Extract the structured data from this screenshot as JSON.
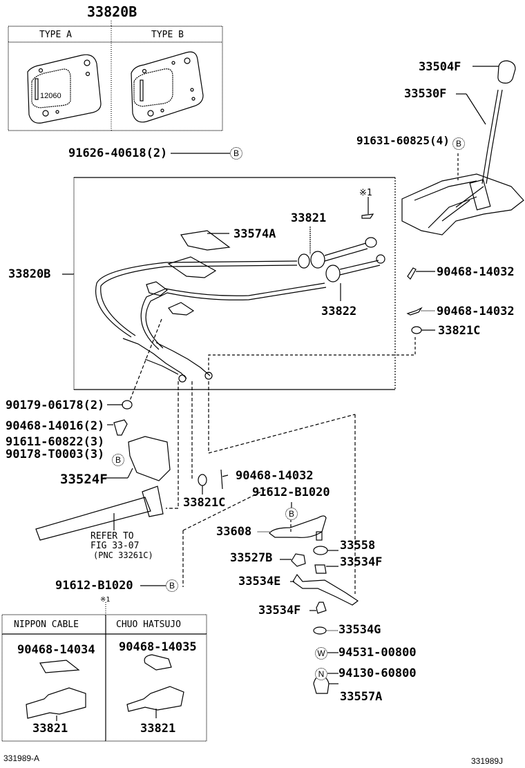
{
  "diagram": {
    "title_top": "33820B",
    "type_table": {
      "headers": [
        "TYPE A",
        "TYPE B"
      ],
      "type_a_marking": "12060"
    },
    "parts": {
      "p_91626": "91626-40618(2)",
      "p_33504F": "33504F",
      "p_33530F": "33530F",
      "p_91631": "91631-60825(4)",
      "p_33820B_side": "33820B",
      "p_33821": "33821",
      "p_33574A": "33574A",
      "p_33822": "33822",
      "p_90468_14032_a": "90468-14032",
      "p_90468_14032_b": "90468-14032",
      "p_33821C_a": "33821C",
      "p_90179": "90179-06178(2)",
      "p_90468_14016": "90468-14016(2)",
      "p_91611": "91611-60822(3)",
      "p_90178": "90178-T0003(3)",
      "p_33524F": "33524F",
      "p_90468_14032_c": "90468-14032",
      "p_91612_a": "91612-B1020",
      "p_33821C_b": "33821C",
      "p_33608": "33608",
      "p_33558": "33558",
      "p_33527B": "33527B",
      "p_33534F_a": "33534F",
      "p_33534E": "33534E",
      "p_91612_b": "91612-B1020",
      "p_33534F_b": "33534F",
      "p_33534G": "33534G",
      "p_94531": "94531-00800",
      "p_94130": "94130-60800",
      "p_33557A": "33557A"
    },
    "refer_note": {
      "line1": "REFER TO",
      "line2": "FIG 33-07",
      "line3": "(PNC 33261C)"
    },
    "markers": {
      "b": "B",
      "w": "W",
      "n": "N",
      "note1": "※1"
    },
    "cable_table": {
      "headers": [
        "NIPPON CABLE",
        "CHUO HATSUJO"
      ],
      "clip_parts": [
        "90468-14034",
        "90468-14035"
      ],
      "cable_parts": [
        "33821",
        "33821"
      ]
    },
    "footer": {
      "left_code": "331989-A",
      "right_code": "331989J"
    }
  }
}
